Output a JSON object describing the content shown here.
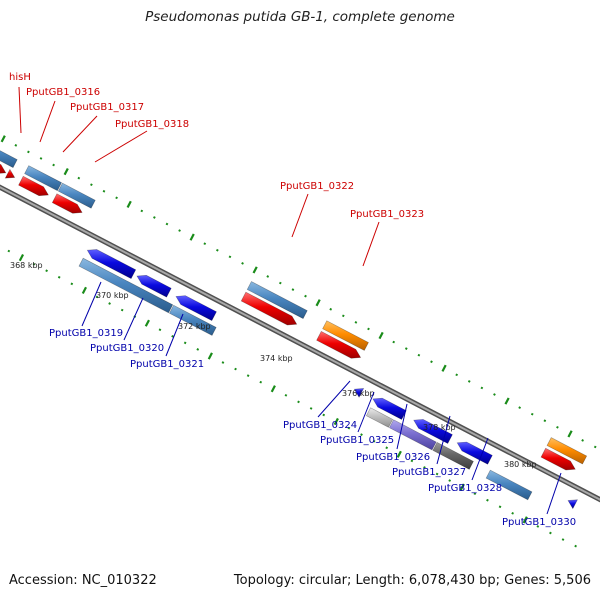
{
  "title": "Pseudomonas putida GB-1, complete genome",
  "accession": "Accession: NC_010322",
  "topology": "Topology: circular; Length: 6,078,430 bp; Genes: 5,506",
  "colors": {
    "label_red": "#cc0000",
    "label_blue": "#0000aa",
    "cds_red": "#ee0000",
    "gene_blue": "#3a78b0",
    "cds_blue": "#0a0adf",
    "orange": "#ff8c00",
    "purple": "#7b6fd0",
    "dark_gray": "#666666",
    "light_gray": "#c0c0c0",
    "tick_green": "#1a8c1a",
    "backbone": "#808080"
  },
  "positions": {
    "tick_labels": [
      "368 kbp",
      "370 kbp",
      "372 kbp",
      "374 kbp",
      "376 kbp",
      "378 kbp",
      "380 kbp"
    ]
  },
  "genes_forward": [
    "hisH",
    "PputGB1_0316",
    "PputGB1_0317",
    "PputGB1_0318",
    "PputGB1_0322",
    "PputGB1_0323"
  ],
  "genes_reverse": [
    "PputGB1_0319",
    "PputGB1_0320",
    "PputGB1_0321",
    "PputGB1_0324",
    "PputGB1_0325",
    "PputGB1_0326",
    "PputGB1_0327",
    "PputGB1_0328",
    "PputGB1_0330"
  ]
}
